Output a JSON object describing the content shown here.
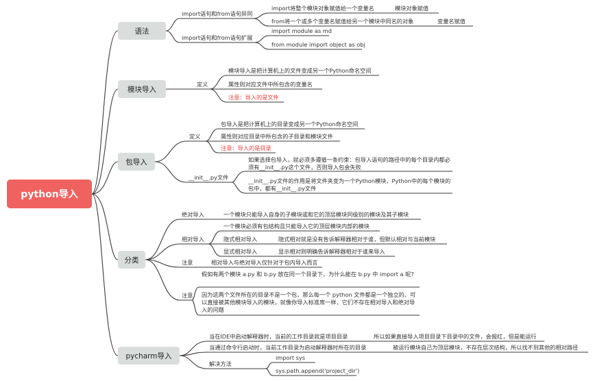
{
  "root": "python导入",
  "branches": {
    "syntax": {
      "label": "语法",
      "diff": {
        "label": "import语句和from语句异同",
        "import_desc": "import将整个模块对象赋值给一个变量名",
        "import_note": "模块对象赋值",
        "from_desc": "from将一个或多个变量名赋值给另一个模块中同名的对象",
        "from_note": "变量名赋值"
      },
      "ext": {
        "label": "import语句和from语句扩展",
        "import_md": "import module as md",
        "from_obj": "from module import object as obj"
      }
    },
    "module_import": {
      "label": "模块导入",
      "def_label": "定义",
      "items": [
        "模块导入是把计算机上的文件变成另一个Python命名空间",
        "属性则对应文件中所包含的变量名",
        "注意：导入的是文件"
      ]
    },
    "package_import": {
      "label": "包导入",
      "def_label": "定义",
      "items": [
        "包导入是把计算机上的目录变成另一个Python命名空间",
        "属性则对应目录中所包含的子目录和模块文件",
        "注意：导入的是目录"
      ],
      "init_label": "__init__.py文件",
      "init_items": [
        "如果选择包导入，就必须多遵循一条约束：包导入语句的路径中的每个目录内都必须有__init__.py这个文件，否则导入包会失败",
        "__init__.py文件的作用是将文件夹变为一个Python模块，Python中的每个模块的包中，都有__init__.py文件"
      ]
    },
    "classification": {
      "label": "分类",
      "abs_label": "绝对导入",
      "abs_desc": "一个模块只能导入自身的子模块或和它的顶层模块同级别的模块及其子模块",
      "rel_label": "相对导入",
      "rel_desc": "一个模块必须有包结构且只能导入它的顶层模块内部的模块",
      "implicit_label": "隐式相对导入",
      "implicit_desc": "隐式相对就是没有告诉解释器相对于谁，但默认相对与当前模块",
      "explicit_label": "显式相对导入",
      "explicit_desc": "显示相对则明确告诉解释器相对于谁来导入",
      "note1_label": "注意",
      "note1_desc": "相对导入与绝对导入仅针对于包内导入而言",
      "note2_label": "注意",
      "note2_q": "假如有两个模块 a.py 和 b.py 放在同一个目录下，为什么能在 b.py 中 import a 呢?",
      "note2_a": "因为这两个文件所在的目录不是一个包，那么每一个 python 文件都是一个独立的、可以直接被其他模块导入的模块，就像你导入标准库一样，它们不存在相对导入和绝对导入的问题"
    },
    "pycharm": {
      "label": "pycharm导入",
      "ide_desc": "当在IDE中启动解释器时，当前的工作目录就是项目目录",
      "ide_note": "所以如果直接导入项目目录下目录中的文件，会报红，但是能运行",
      "cmd_desc": "当通过命令行启动时，当前工作目录为启动解释器时所在的目录",
      "cmd_note": "被运行模块自己为顶层模块，不存在层次结构，所以找不到其他的相对路径",
      "solution_label": "解决方法",
      "solution_items": [
        "import sys",
        "sys.path.append('project_dir')"
      ]
    }
  },
  "colors": {
    "root": "#f0625f",
    "topic": "#d9dedd",
    "line": "#3a3a3a",
    "note": "#e8403c"
  }
}
